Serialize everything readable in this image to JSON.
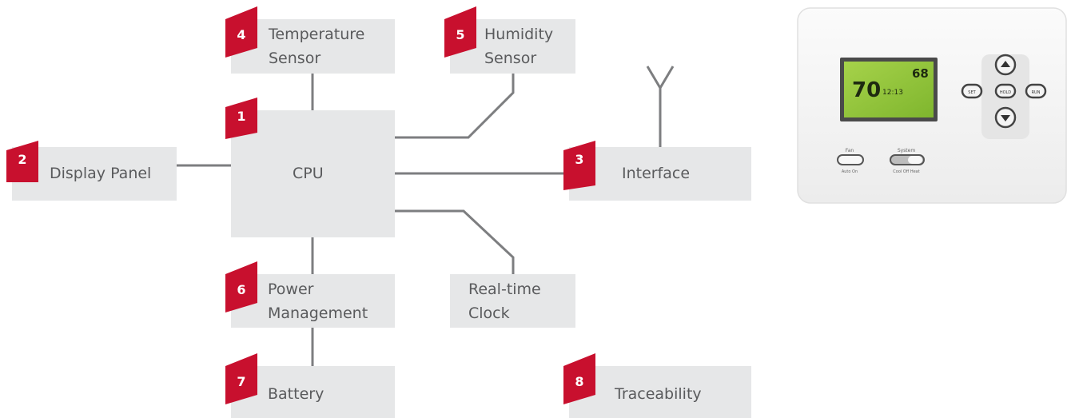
{
  "accent": "#c8102e",
  "nodes": {
    "cpu": {
      "number": "1",
      "label": "CPU"
    },
    "display": {
      "number": "2",
      "label": "Display Panel"
    },
    "interface": {
      "number": "3",
      "label": "Interface"
    },
    "temp": {
      "number": "4",
      "label1": "Temperature",
      "label2": "Sensor"
    },
    "humidity": {
      "number": "5",
      "label1": "Humidity",
      "label2": "Sensor"
    },
    "power": {
      "number": "6",
      "label1": "Power",
      "label2": "Management"
    },
    "clock": {
      "label1": "Real-time",
      "label2": "Clock"
    },
    "battery": {
      "number": "7",
      "label": "Battery"
    },
    "trace": {
      "number": "8",
      "label": "Traceability"
    }
  },
  "thermostat": {
    "display_temp": "70",
    "display_set": "68",
    "display_time": "12:13",
    "fan_label": "Fan",
    "fan_options": "Auto On",
    "system_label": "System",
    "system_options": "Cool Off Heat",
    "btn_set": "SET",
    "btn_hold": "HOLD",
    "btn_run": "RUN"
  }
}
